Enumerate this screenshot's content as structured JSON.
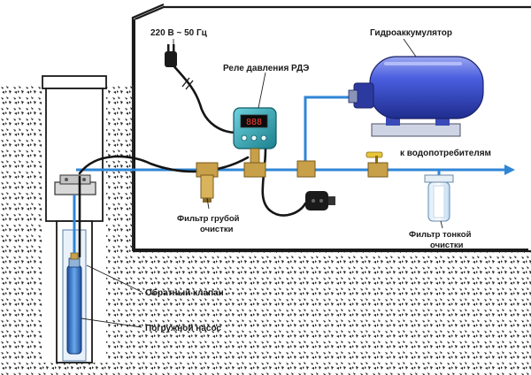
{
  "labels": {
    "power": "220 В ~ 50 Гц",
    "pressure_relay": "Реле давления РДЭ",
    "accumulator": "Гидроаккумулятор",
    "consumers": "к водопотребителям",
    "coarse_filter_1": "Фильтр грубой",
    "coarse_filter_2": "очистки",
    "fine_filter_1": "Фильтр тонкой",
    "fine_filter_2": "очистки",
    "check_valve": "Обратный клапан",
    "submersible_pump": "Погружной насос"
  },
  "colors": {
    "pipe": "#2f86d6",
    "tank_body": "#3f52c9",
    "relay_body": "#2aa8b8",
    "brass": "#c8a04a",
    "soil": "#2b2b2b",
    "cable": "#151515",
    "pump": "#3a78c8"
  },
  "relay_display": "888"
}
